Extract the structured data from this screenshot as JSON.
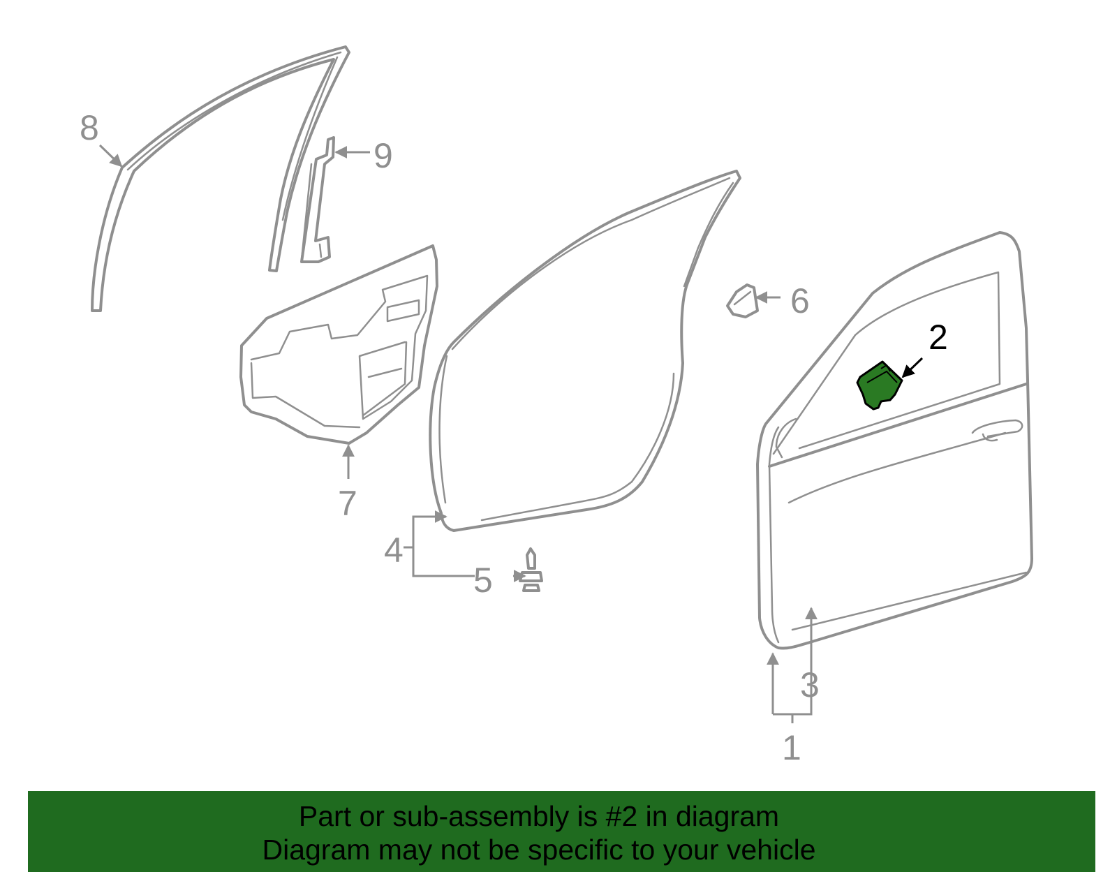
{
  "diagram": {
    "callouts": [
      "1",
      "2",
      "3",
      "4",
      "5",
      "6",
      "7",
      "8",
      "9"
    ],
    "highlighted_part": "2",
    "highlight_color": "#2a7a23",
    "line_color": "#8f8f8f"
  },
  "banner": {
    "line1": "Part or sub-assembly is #2 in diagram",
    "line2": "Diagram may not be specific to your vehicle",
    "background": "#1f6b1f"
  }
}
